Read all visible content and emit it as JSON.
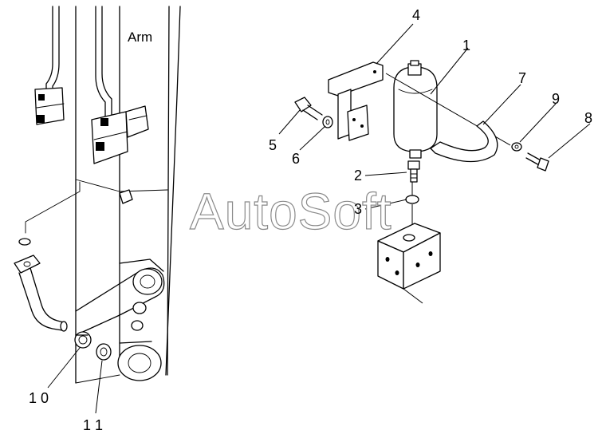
{
  "region_label": "Arm",
  "watermark": "AutoSoft",
  "callouts": [
    "1",
    "2",
    "3",
    "4",
    "5",
    "6",
    "7",
    "8",
    "9",
    "1 0",
    "1 1"
  ]
}
